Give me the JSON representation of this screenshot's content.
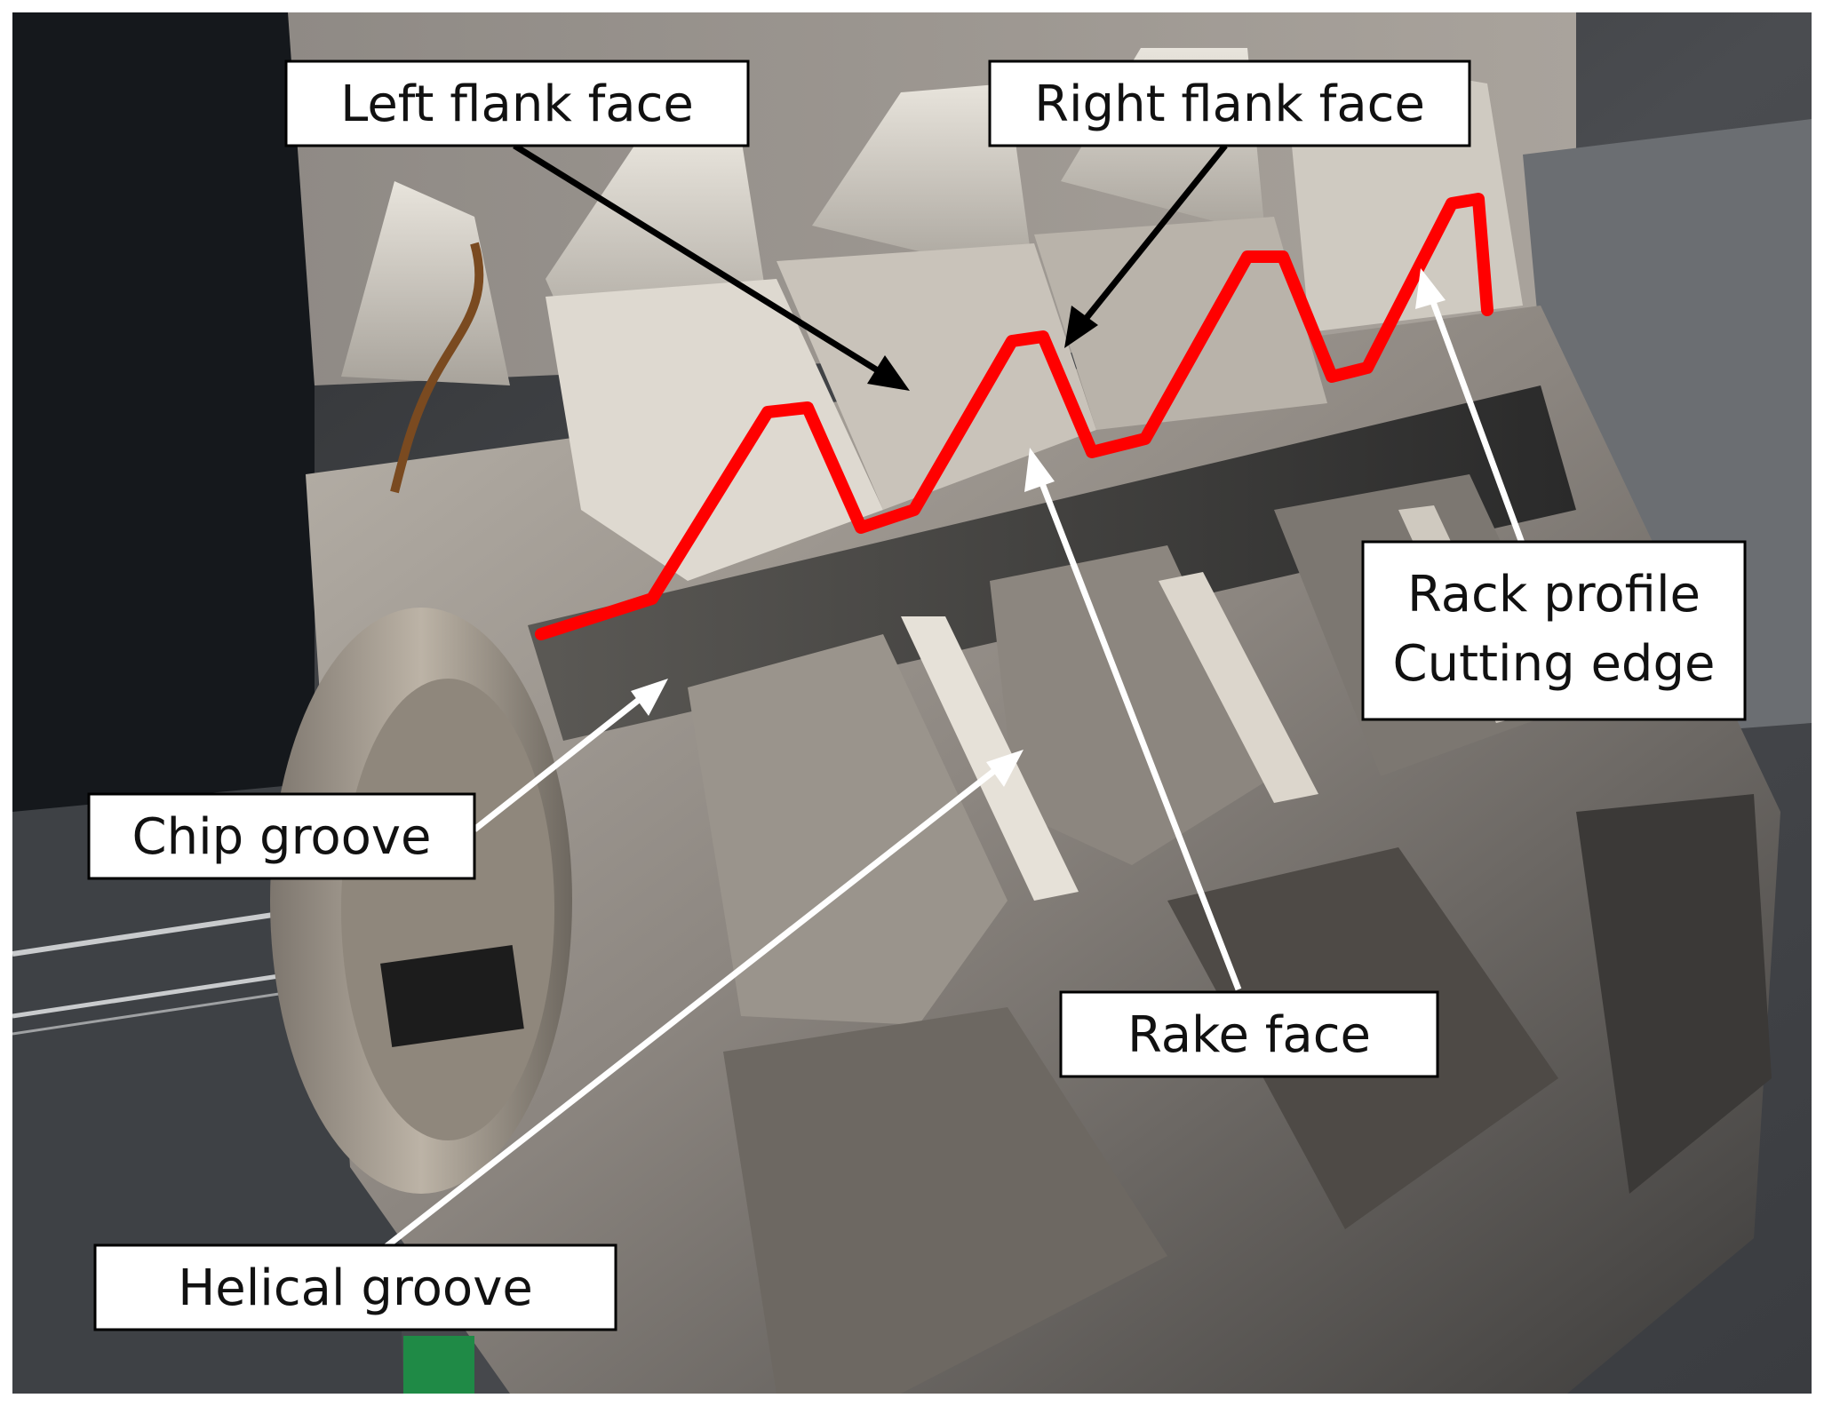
{
  "labels": {
    "left_flank": "Left flank face",
    "right_flank": "Right flank face",
    "rack_profile_line1": "Rack profile",
    "rack_profile_line2": "Cutting edge",
    "chip_groove": "Chip groove",
    "rake_face": "Rake face",
    "helical_groove": "Helical groove"
  },
  "colors": {
    "cutting_edge": "#ff0000",
    "arrow_dark": "#000000",
    "arrow_light": "#ffffff",
    "label_bg": "#ffffff",
    "label_border": "#000000"
  }
}
